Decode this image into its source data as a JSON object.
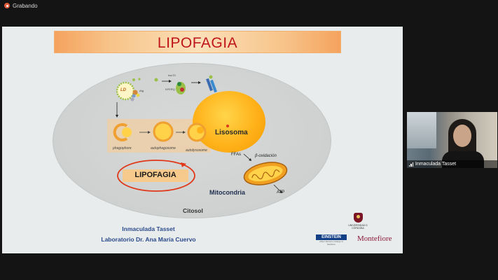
{
  "recording": {
    "label": "Grabando",
    "color": "#e25a3a"
  },
  "slide": {
    "title": "LIPOFAGIA",
    "diagram": {
      "ld_label": "LD",
      "hsc70_label": "hsc70",
      "kferq_label": "KFERQ",
      "atg_label": "Atg",
      "lisosoma_label": "Lisosoma",
      "stages": [
        "phagophore",
        "autophagosome",
        "autolysosome"
      ],
      "lipofagia_label": "LIPOFAGIA",
      "ffas_label": "FFAs",
      "beta_label": "β-oxidación",
      "mito_label": "Mitocondria",
      "atp_label": "ATP",
      "citosol_label": "Citosol",
      "lysosome_color": "#ffb21a"
    },
    "author_name": "Inmaculada Tasset",
    "author_lab": "Laboratorio Dr. Ana María Cuervo",
    "logos": {
      "university_text": "UNIVERSIDAD D CÓRDOBA",
      "einstein": "EINSTEIN",
      "einstein_sub": "Albert Einstein College of Medicine",
      "montefiore": "Montefiore"
    }
  },
  "participant": {
    "name": "Inmaculada Tasset"
  }
}
